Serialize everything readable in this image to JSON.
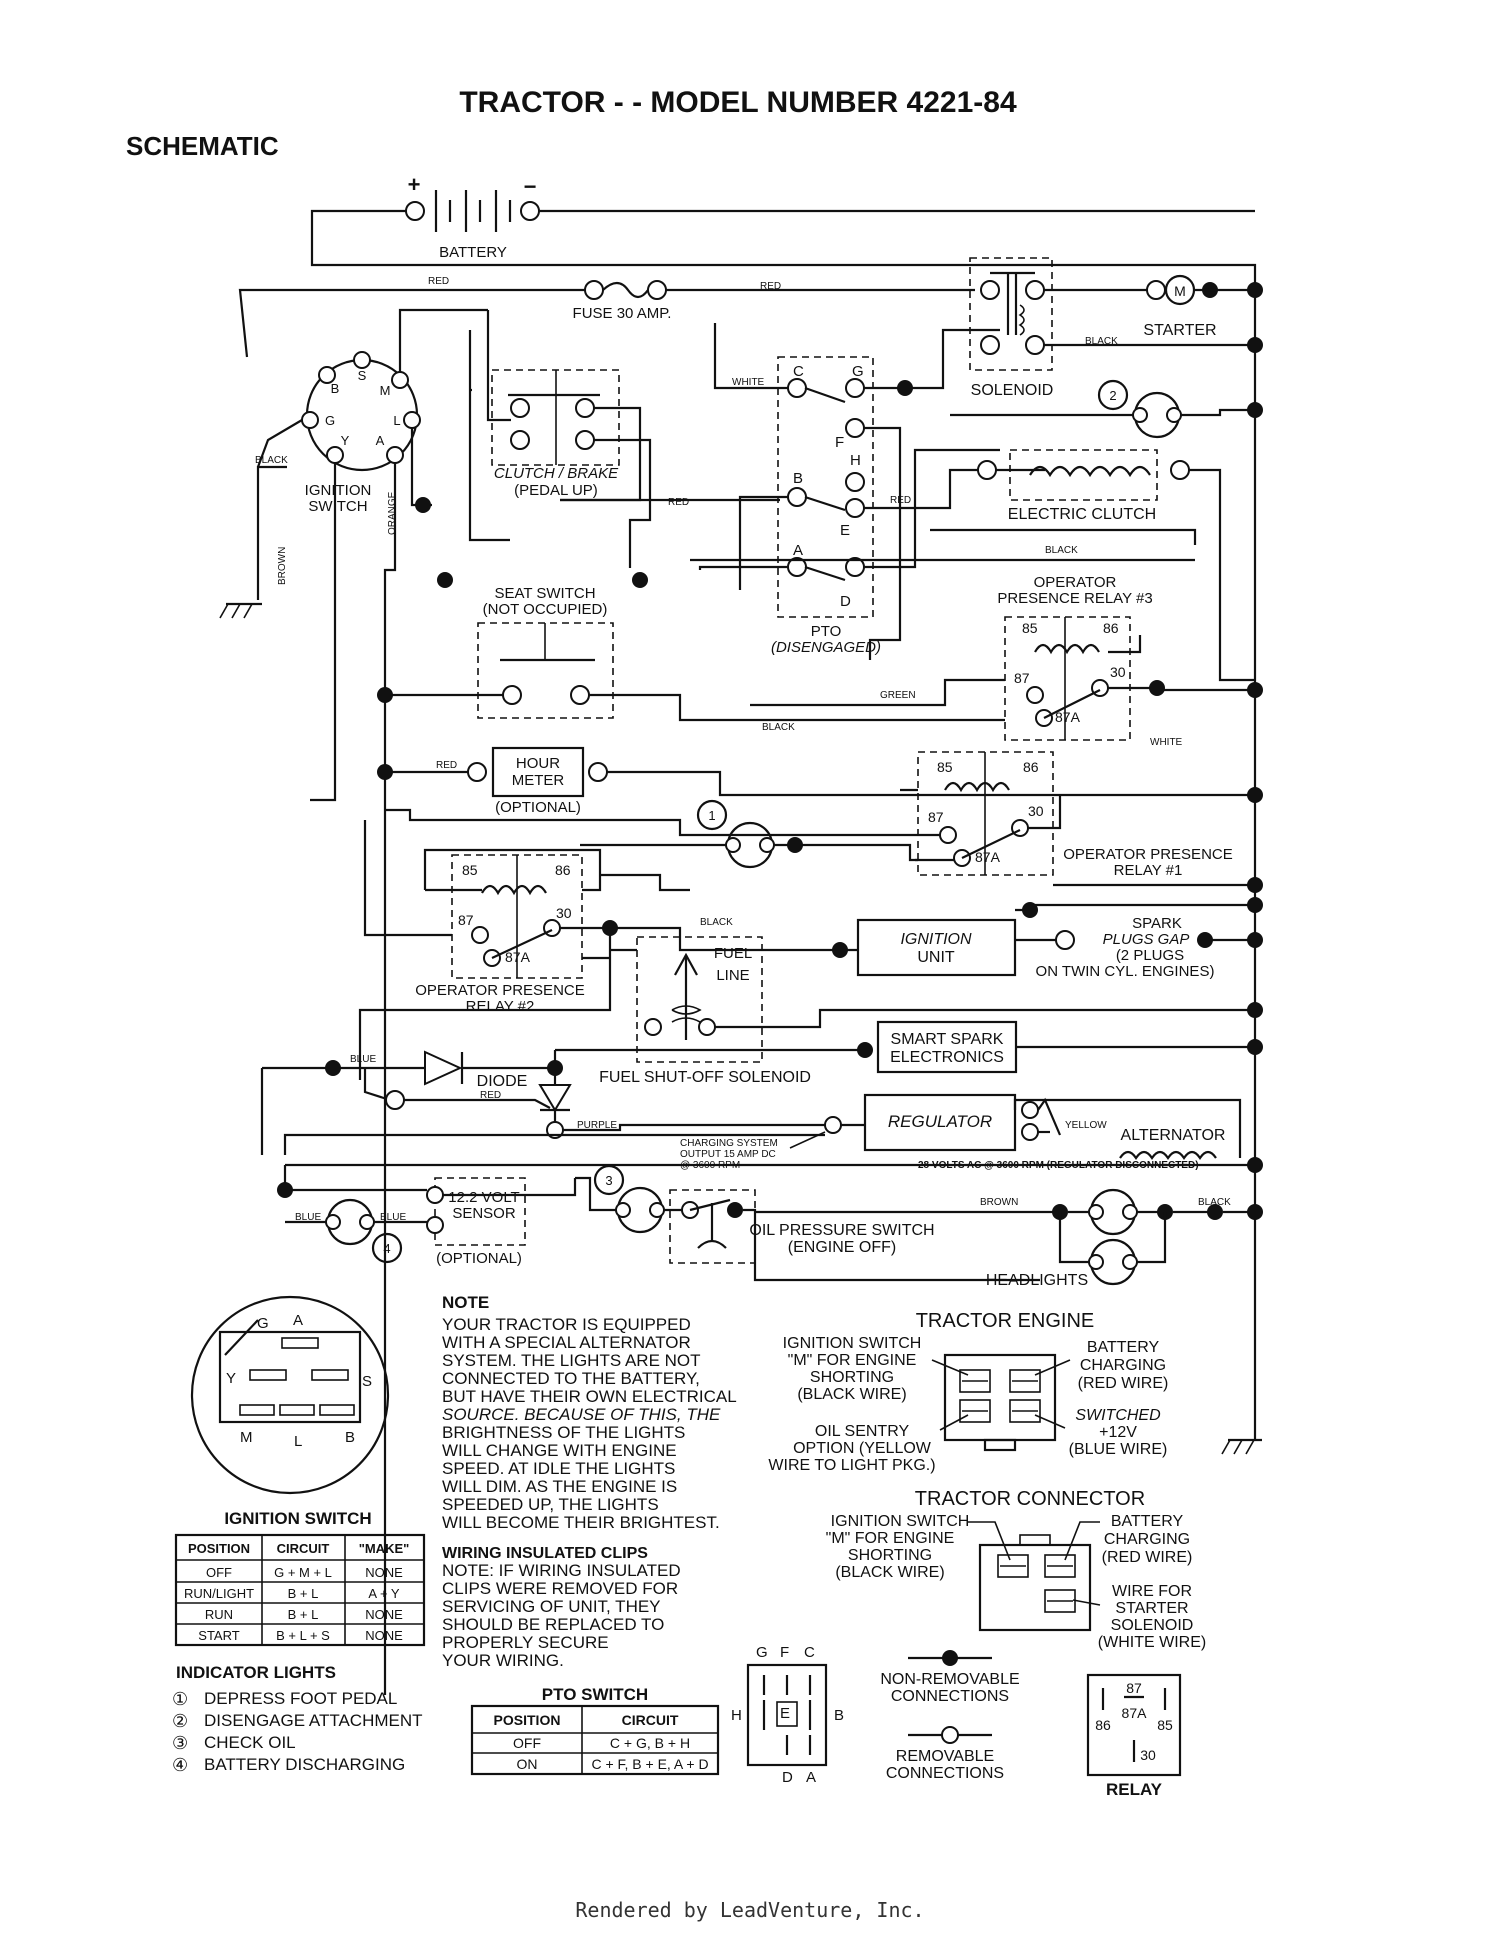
{
  "title": "TRACTOR - - MODEL NUMBER 4221-84",
  "subtitle": "SCHEMATIC",
  "footer": "Rendered by LeadVenture, Inc.",
  "components": {
    "battery": "BATTERY",
    "battery_plus": "+",
    "battery_minus": "−",
    "fuse": "FUSE 30 AMP.",
    "starter": "STARTER",
    "starter_m": "M",
    "solenoid": "SOLENOID",
    "ignition_switch": [
      "IGNITION",
      "SWITCH"
    ],
    "ign_letters": [
      "B",
      "S",
      "M",
      "G",
      "L",
      "Y",
      "A"
    ],
    "clutch_brake": "CLUTCH / BRAKE",
    "pedal_up": "(PEDAL UP)",
    "pto": "PTO",
    "pto_disengaged": "(DISENGAGED)",
    "pto_letters": [
      "C",
      "G",
      "F",
      "H",
      "B",
      "E",
      "A",
      "D"
    ],
    "electric_clutch": "ELECTRIC CLUTCH",
    "seat_switch": [
      "SEAT SWITCH",
      "(NOT OCCUPIED)"
    ],
    "opr3": [
      "OPERATOR",
      "PRESENCE RELAY  #3"
    ],
    "opr1": [
      "OPERATOR PRESENCE",
      "RELAY  #1"
    ],
    "opr2": [
      "OPERATOR PRESENCE",
      "RELAY  #2"
    ],
    "relay_pins": [
      "85",
      "86",
      "87",
      "30",
      "87A"
    ],
    "hour_meter": [
      "HOUR",
      "METER"
    ],
    "optional": "(OPTIONAL)",
    "ignition_unit": [
      "IGNITION",
      "UNIT"
    ],
    "spark_plugs": [
      "SPARK",
      "PLUGS GAP",
      "(2 PLUGS",
      "ON TWIN CYL. ENGINES)"
    ],
    "fuel_line": [
      "FUEL",
      "LINE"
    ],
    "fuel_shutoff": "FUEL SHUT-OFF SOLENOID",
    "smart_spark": [
      "SMART SPARK",
      "ELECTRONICS"
    ],
    "diode": "DIODE",
    "regulator": "REGULATOR",
    "alternator": "ALTERNATOR",
    "charging": [
      "CHARGING SYSTEM",
      "OUTPUT 15 AMP DC",
      "@ 3600 RPM"
    ],
    "alt_ac": "28 VOLTS AC @ 3600 RPM (REGULATOR DISCONNECTED)",
    "sensor": [
      "12.2 VOLT",
      "SENSOR"
    ],
    "oil_pressure": [
      "OIL PRESSURE SWITCH",
      "(ENGINE OFF)"
    ],
    "headlights": "HEADLIGHTS",
    "indicator_nums": [
      "1",
      "2",
      "3",
      "4"
    ]
  },
  "wires": {
    "red": "RED",
    "white": "WHITE",
    "black": "BLACK",
    "orange": "ORANGE",
    "brown": "BROWN",
    "green": "GREEN",
    "blue": "BLUE",
    "purple": "PURPLE",
    "yellow": "YELLOW"
  },
  "note": {
    "heading": "NOTE",
    "lines": [
      "YOUR TRACTOR IS EQUIPPED",
      "WITH A SPECIAL ALTERNATOR",
      "SYSTEM. THE LIGHTS ARE NOT",
      "CONNECTED TO THE BATTERY,",
      "BUT HAVE THEIR OWN ELECTRICAL",
      "SOURCE.  BECAUSE OF THIS, THE",
      "BRIGHTNESS OF THE LIGHTS",
      "WILL CHANGE WITH ENGINE",
      "SPEED.  AT IDLE THE LIGHTS",
      "WILL DIM.  AS THE ENGINE IS",
      "SPEEDED UP, THE LIGHTS",
      "WILL BECOME THEIR BRIGHTEST."
    ],
    "clips_heading": "WIRING INSULATED CLIPS",
    "clips_lines": [
      "NOTE: IF WIRING INSULATED",
      "CLIPS WERE REMOVED FOR",
      "SERVICING OF UNIT, THEY",
      "SHOULD BE REPLACED TO",
      "PROPERLY SECURE",
      "YOUR WIRING."
    ]
  },
  "ignition_table": {
    "title": "IGNITION SWITCH",
    "headers": [
      "POSITION",
      "CIRCUIT",
      "\"MAKE\""
    ],
    "rows": [
      [
        "OFF",
        "G + M + L",
        "NONE"
      ],
      [
        "RUN/LIGHT",
        "B + L",
        "A + Y"
      ],
      [
        "RUN",
        "B + L",
        "NONE"
      ],
      [
        "START",
        "B + L + S",
        "NONE"
      ]
    ]
  },
  "indicator_lights": {
    "title": "INDICATOR LIGHTS",
    "items": [
      [
        "①",
        "DEPRESS FOOT PEDAL"
      ],
      [
        "②",
        "DISENGAGE ATTACHMENT"
      ],
      [
        "③",
        "CHECK OIL"
      ],
      [
        "④",
        "BATTERY DISCHARGING"
      ]
    ]
  },
  "pto_table": {
    "title": "PTO SWITCH",
    "headers": [
      "POSITION",
      "CIRCUIT"
    ],
    "rows": [
      [
        "OFF",
        "C + G, B + H"
      ],
      [
        "ON",
        "C + F, B + E, A + D"
      ]
    ]
  },
  "tractor_engine": {
    "title": "TRACTOR ENGINE",
    "left": [
      "IGNITION SWITCH",
      "\"M\" FOR ENGINE",
      "SHORTING",
      "(BLACK WIRE)"
    ],
    "right": [
      "BATTERY",
      "CHARGING",
      "(RED WIRE)"
    ],
    "left2": [
      "OIL SENTRY",
      "OPTION (YELLOW",
      "WIRE TO LIGHT PKG.)"
    ],
    "right2": [
      "SWITCHED",
      "+12V",
      "(BLUE WIRE)"
    ]
  },
  "tractor_connector": {
    "title": "TRACTOR CONNECTOR",
    "left": [
      "IGNITION SWITCH",
      "\"M\" FOR ENGINE",
      "SHORTING",
      "(BLACK WIRE)"
    ],
    "right": [
      "BATTERY",
      "CHARGING",
      "(RED WIRE)"
    ],
    "right2": [
      "WIRE FOR",
      "STARTER",
      "SOLENOID",
      "(WHITE WIRE)"
    ]
  },
  "ign_diagram_letters": [
    "G",
    "A",
    "Y",
    "S",
    "M",
    "L",
    "B"
  ],
  "pto_diagram_letters": [
    "G",
    "F",
    "C",
    "H",
    "E",
    "B",
    "D",
    "A"
  ],
  "legend": {
    "non_removable": [
      "NON-REMOVABLE",
      "CONNECTIONS"
    ],
    "removable": [
      "REMOVABLE",
      "CONNECTIONS"
    ]
  },
  "relay_diagram": {
    "label": "RELAY",
    "pins": [
      "87",
      "87A",
      "86",
      "85",
      "30"
    ]
  }
}
